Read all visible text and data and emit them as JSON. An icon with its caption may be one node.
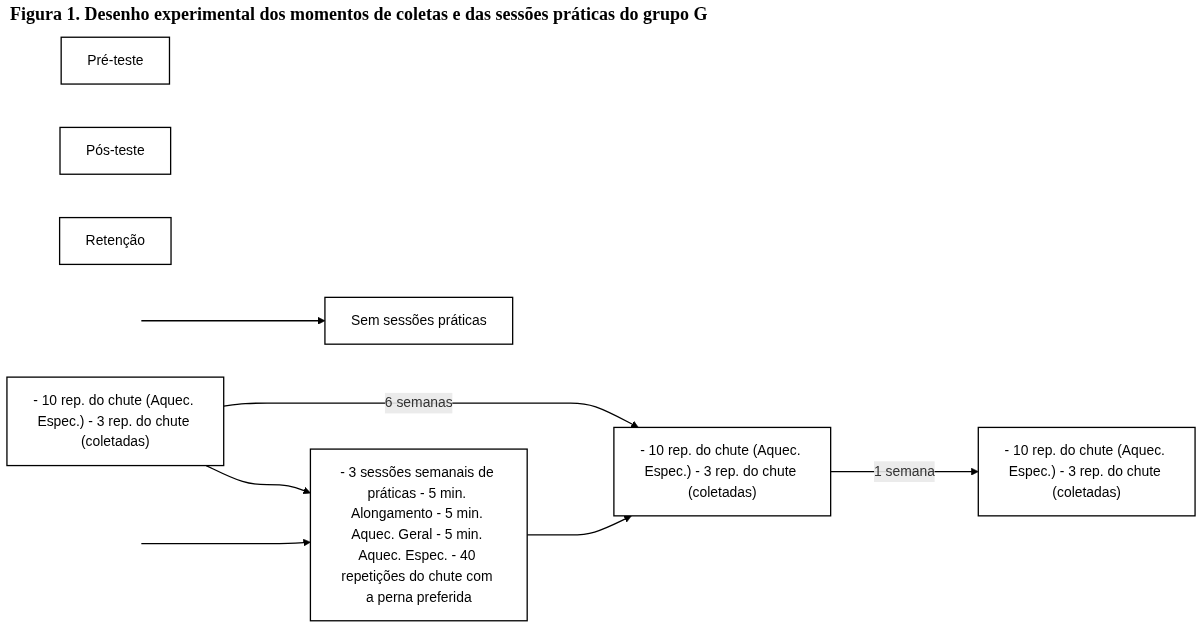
{
  "diagram": {
    "title": "Figura 1. Desenho experimental dos momentos de coletas e das sessões práticas do grupo G",
    "nodes": [
      {
        "text": [
          "Pré-teste"
        ]
      },
      {
        "text": [
          "Pós-teste"
        ]
      },
      {
        "text": [
          "Retenção"
        ]
      },
      {
        "text": [
          "- 10 rep. do chute (Aquec. Espec.) - 3 rep. do chute (coletadas)"
        ]
      },
      {
        "text": [
          "- 10 rep. do chute (Aquec. Espec.) - 3 rep. do chute (coletadas)"
        ]
      },
      {
        "text": [
          "- 10 rep. do chute (Aquec. Espec.) - 3 rep. do chute (coletadas)"
        ]
      },
      {
        "text": [
          "- 3 sessões semanais de práticas - 5 min. Alongamento - 5 min. Aquec. Geral - 5 min. Aquec. Espec. - 40 repetições do chute com a perna preferida"
        ]
      },
      {
        "text": [
          "Sem sessões práticas"
        ]
      }
    ],
    "edges": [
      {
        "from": 3,
        "to": 4,
        "arrow": "to",
        "label": "6 semanas"
      },
      {
        "from": 4,
        "to": 5,
        "arrow": "to",
        "label": "1 semana"
      },
      {
        "from": null,
        "to": 6,
        "arrow": "to"
      },
      {
        "from": null,
        "to": 7,
        "arrow": "to"
      },
      {
        "from": 3,
        "to": 6,
        "arrow": "to"
      },
      {
        "from": 6,
        "to": 4,
        "arrow": "to"
      }
    ]
  }
}
